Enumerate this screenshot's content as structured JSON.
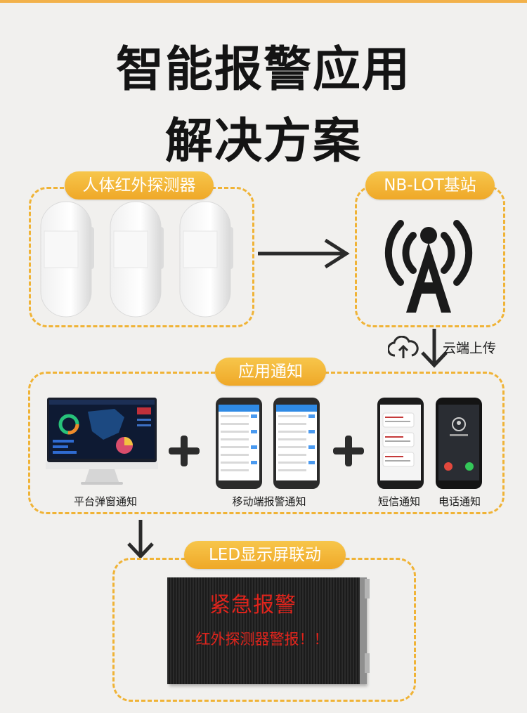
{
  "title": {
    "line1": "智能报警应用",
    "line2": "解决方案"
  },
  "sections": {
    "detector": "人体红外探测器",
    "base_station": "NB-LOT基站",
    "cloud_upload": "云端上传",
    "app_notice": "应用通知",
    "led": "LED显示屏联动"
  },
  "captions": {
    "platform_popup": "平台弹窗通知",
    "mobile_alarm": "移动端报警通知",
    "sms": "短信通知",
    "phone": "电话通知"
  },
  "led_screen": {
    "line1": "紧急报警",
    "line2": "红外探测器警报！！"
  },
  "colors": {
    "accent": "#f0b336",
    "led_text": "#e0241c",
    "dark": "#1a1a1a"
  }
}
